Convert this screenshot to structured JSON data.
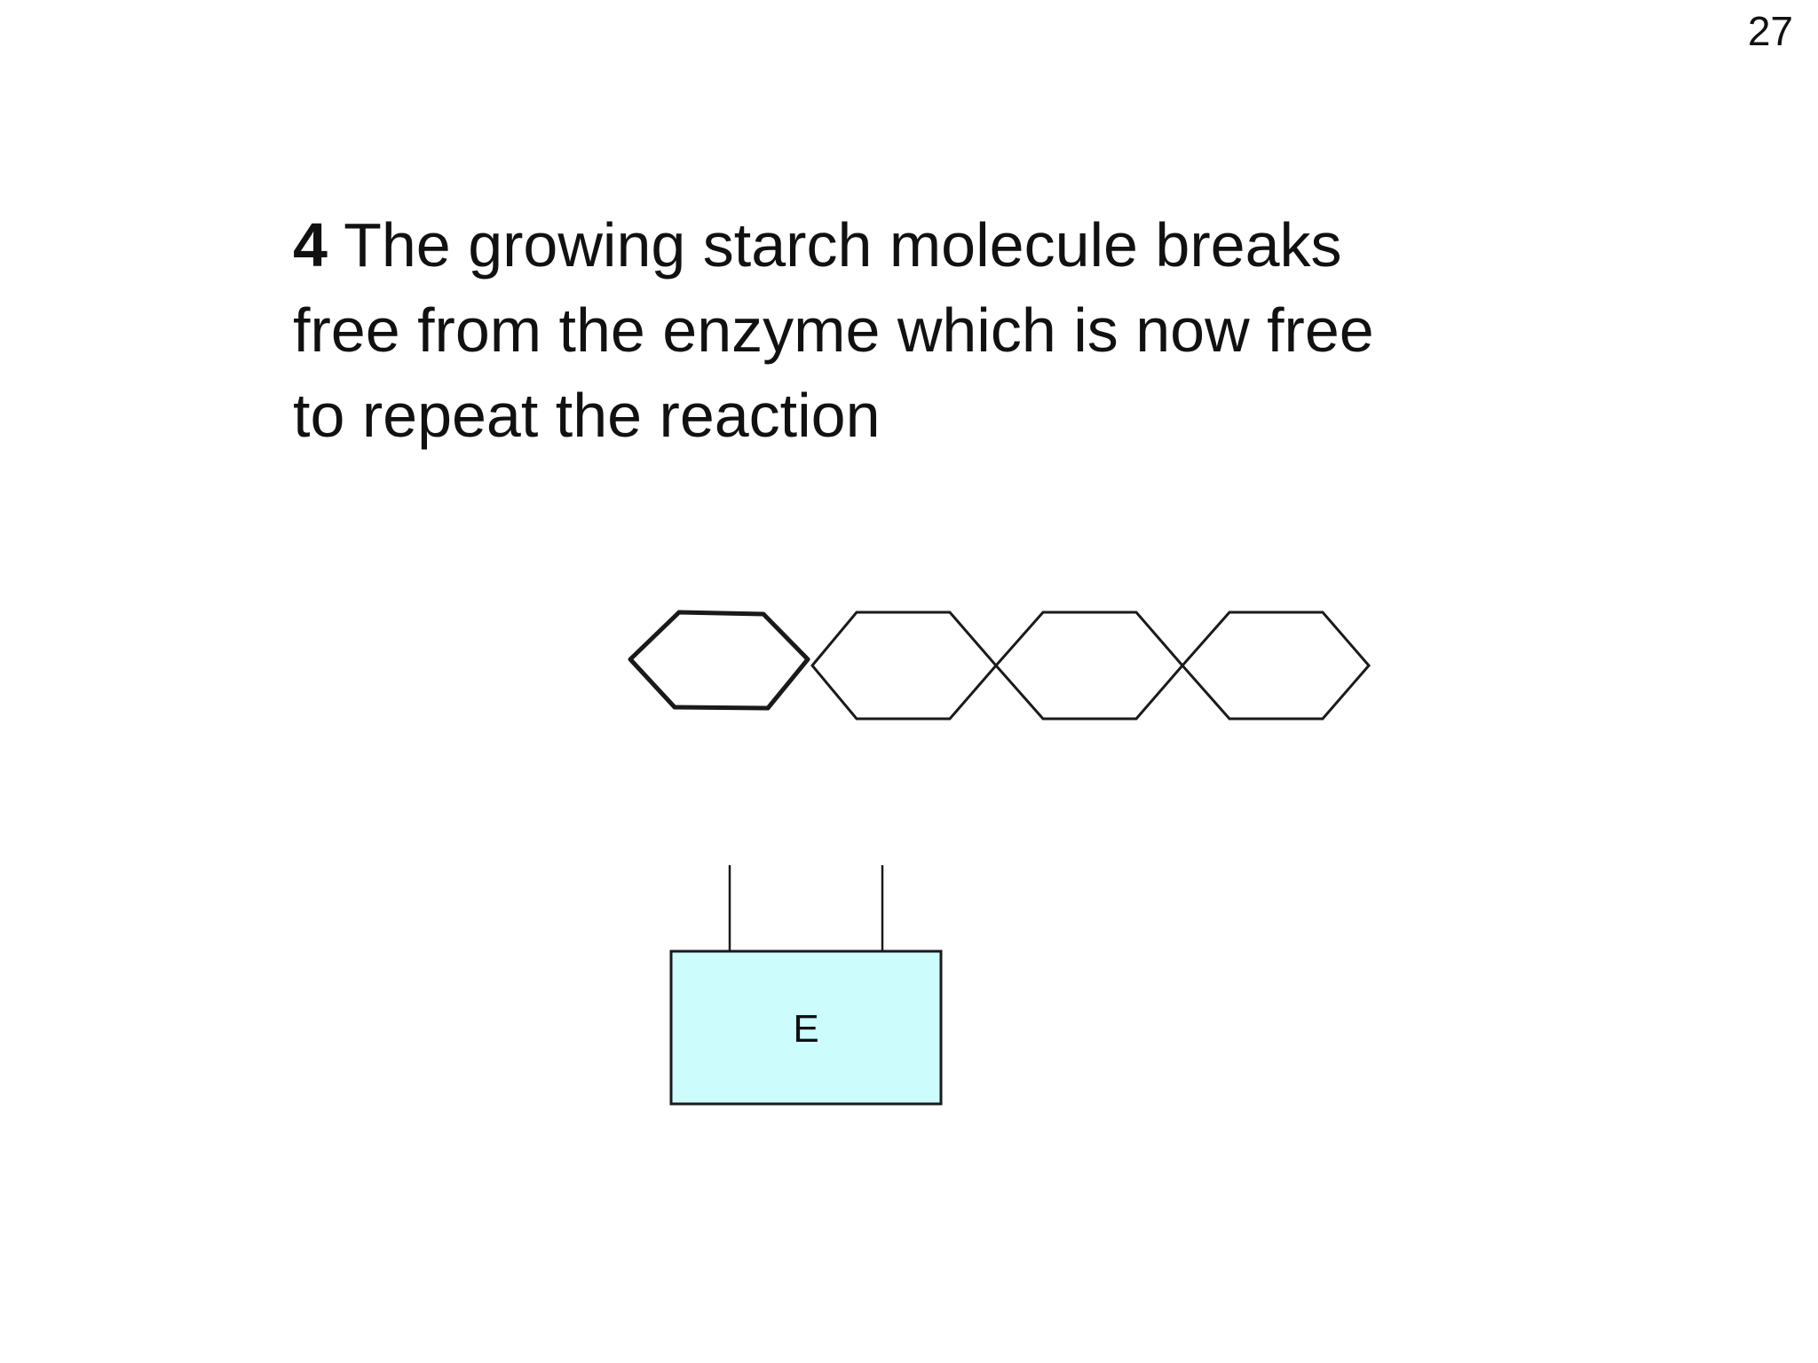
{
  "slide": {
    "number": "27"
  },
  "step": {
    "number": "4",
    "text_line_1": " The growing starch molecule breaks",
    "text_line_2": "free from the enzyme which is now free",
    "text_line_3": "to repeat the reaction"
  },
  "diagram": {
    "glucose_units": 4,
    "enzyme_label": "E",
    "colors": {
      "enzyme_fill": "#ccfcfc",
      "stroke": "#1a1a1a"
    }
  }
}
